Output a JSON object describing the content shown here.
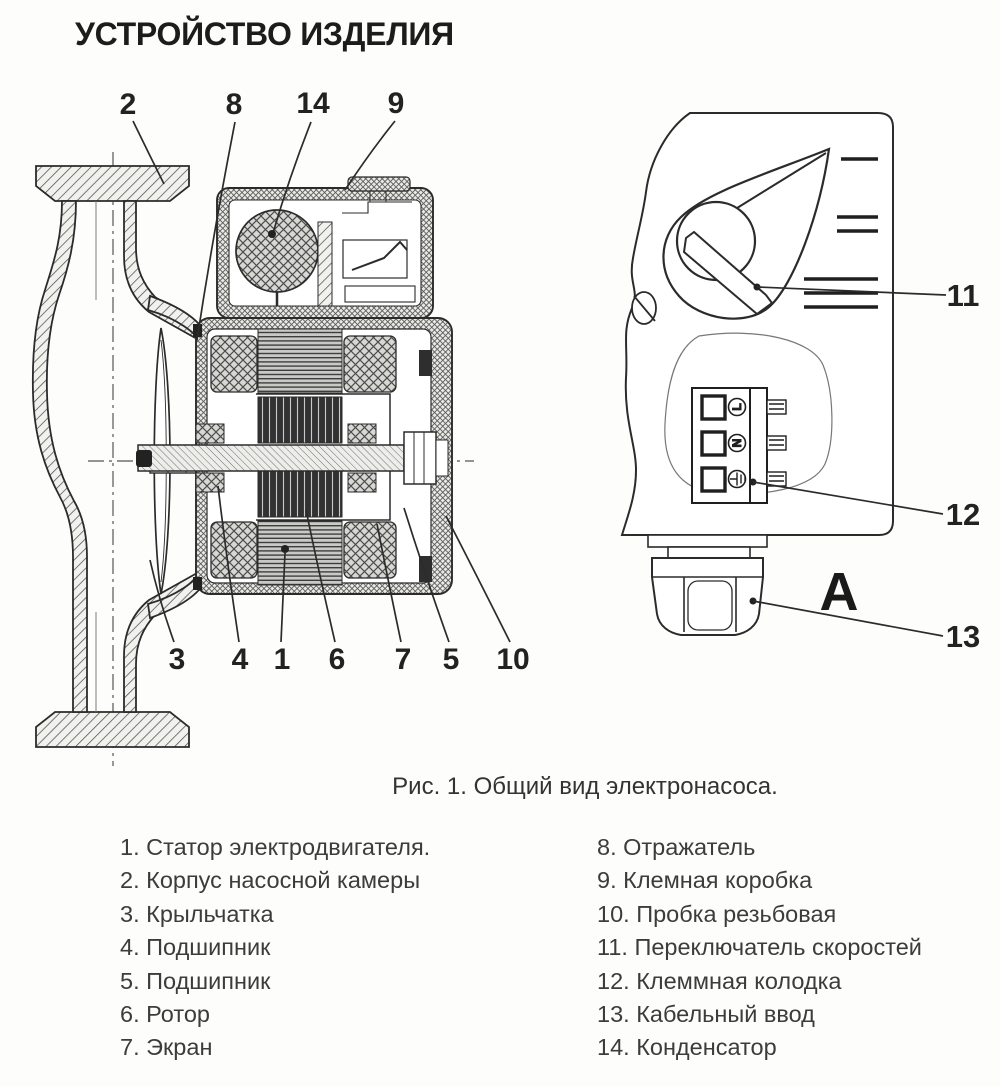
{
  "page": {
    "title": "УСТРОЙСТВО ИЗДЕЛИЯ",
    "caption": "Рис. 1. Общий вид электронасоса."
  },
  "figure": {
    "view_label": "A",
    "callouts": {
      "top": [
        "2",
        "8",
        "14",
        "9"
      ],
      "bottom": [
        "3",
        "4",
        "1",
        "6",
        "7",
        "5",
        "10"
      ],
      "right": [
        "11",
        "12",
        "13"
      ]
    },
    "terminals": [
      {
        "symbol": "L"
      },
      {
        "symbol": "N"
      },
      {
        "symbol": "earth"
      }
    ]
  },
  "legend": {
    "left": [
      "1. Статор электродвигателя.",
      "2. Корпус насосной камеры",
      "3. Крыльчатка",
      "4. Подшипник",
      "5. Подшипник",
      "6. Ротор",
      "7. Экран"
    ],
    "right": [
      "8. Отражатель",
      "9. Клемная коробка",
      "10. Пробка резьбовая",
      "11. Переключатель скоростей",
      "12. Клеммная колодка",
      "13. Кабельный ввод",
      "14. Конденсатор"
    ]
  },
  "colors": {
    "ink": "#2b2b2b",
    "text": "#3c3c3c",
    "paper": "#fdfdfc"
  }
}
